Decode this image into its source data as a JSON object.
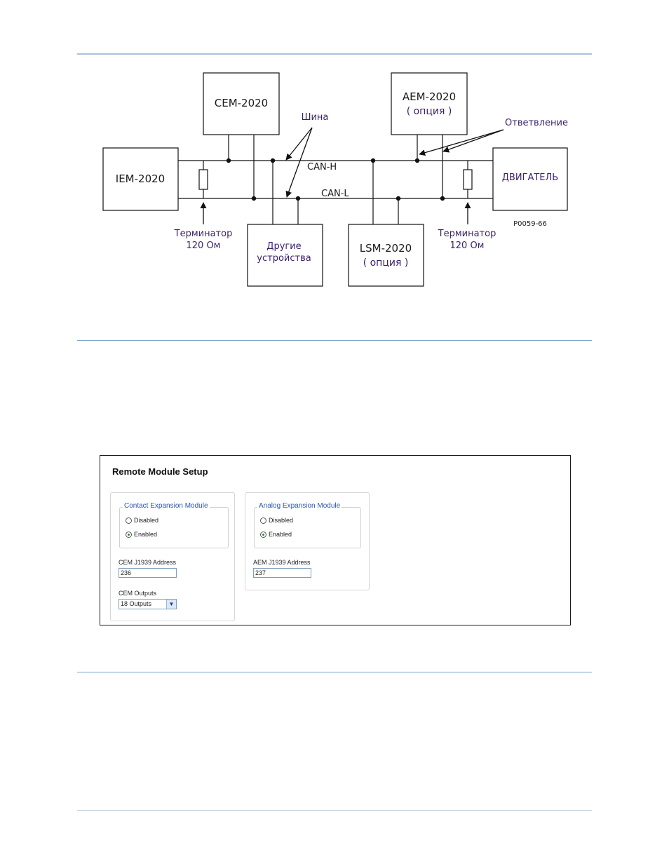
{
  "diagram": {
    "modules": {
      "cem": "CEM-2020",
      "aem": "AEM-2020",
      "aem_option": "( опция )",
      "iem": "IEM-2020",
      "engine": "ДВИГАТЕЛЬ",
      "other_line1": "Другие",
      "other_line2": "устройства",
      "lsm": "LSM-2020",
      "lsm_option": "( опция )"
    },
    "bus_label": "Шина",
    "branch_label": "Ответвление",
    "can_h": "CAN-H",
    "can_l": "CAN-L",
    "terminator_left_line1": "Терминатор",
    "terminator_left_line2": "120 Ом",
    "terminator_right_line1": "Терминатор",
    "terminator_right_line2": "120 Ом",
    "figure_id": "P0059-66"
  },
  "remote_setup": {
    "title": "Remote Module Setup",
    "cem": {
      "legend": "Contact Expansion Module",
      "options": [
        "Disabled",
        "Enabled"
      ],
      "selected": "Enabled",
      "address_label": "CEM J1939 Address",
      "address_value": "236",
      "outputs_label": "CEM Outputs",
      "outputs_value": "18 Outputs"
    },
    "aem": {
      "legend": "Analog Expansion Module",
      "options": [
        "Disabled",
        "Enabled"
      ],
      "selected": "Enabled",
      "address_label": "AEM J1939 Address",
      "address_value": "237"
    }
  }
}
